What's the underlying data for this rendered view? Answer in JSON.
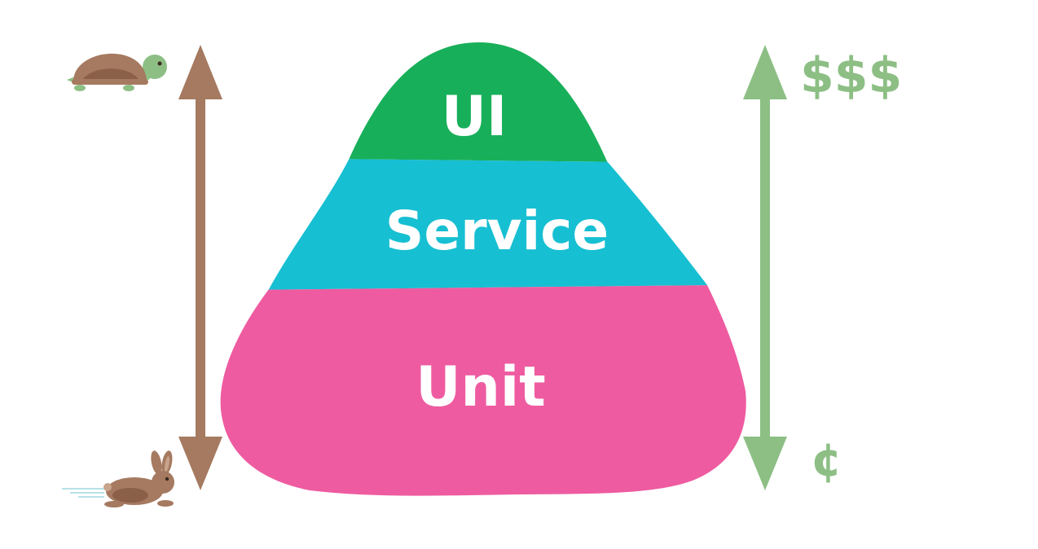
{
  "layers": [
    {
      "label": "UI",
      "color": "#18AF5A"
    },
    {
      "label": "Service",
      "color": "#17BFD2"
    },
    {
      "label": "Unit",
      "color": "#EE5BA0"
    }
  ],
  "cost": {
    "high_label": "$$$",
    "low_label": "¢",
    "color": "#8DBF85"
  },
  "speed": {
    "slow_icon": "turtle-icon",
    "fast_icon": "rabbit-icon",
    "arrow_color": "#A57A60"
  }
}
